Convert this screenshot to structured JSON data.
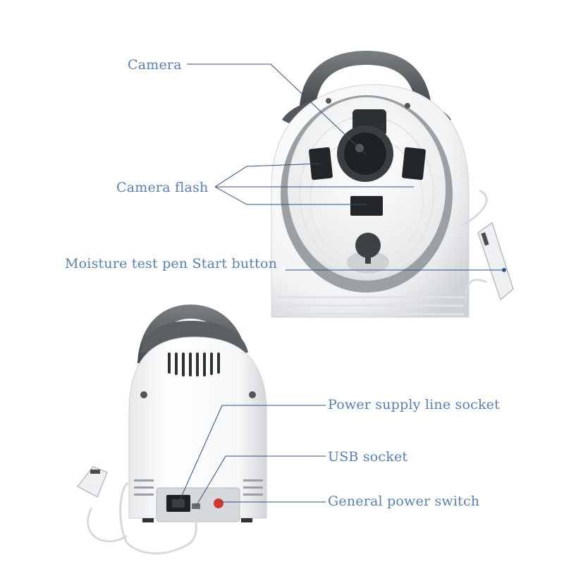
{
  "callouts": {
    "camera": "Camera",
    "camera_flash": "Camera flash",
    "moisture_pen": "Moisture test pen Start button",
    "power_socket": "Power supply line socket",
    "usb_socket": "USB socket",
    "power_switch": "General power switch"
  },
  "colors": {
    "callout_text": "#5b7fae",
    "leader_line": "#2f4f7a",
    "device_shell": "#ffffff",
    "device_shade": "#dcdfe2",
    "handle": "#5f6466",
    "lens": "#2a2d30",
    "switch_red": "#d23a2c"
  }
}
